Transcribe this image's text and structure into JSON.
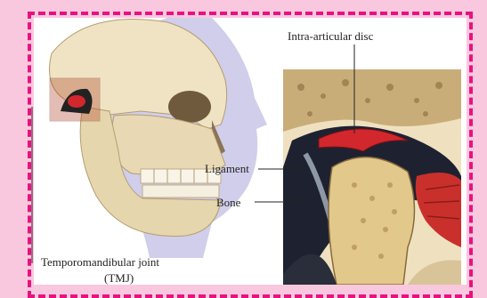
{
  "labels": {
    "intra_articular_disc": "Intra-articular disc",
    "ligament": "Ligament",
    "bone": "Bone",
    "tmj_line1": "Temporomandibular joint",
    "tmj_line2": "(TMJ)"
  },
  "colors": {
    "background": "#f9c8df",
    "border": "#e8127f",
    "bone": "#efe3c4",
    "disc": "#d2272c",
    "muscle": "#c9302c"
  },
  "icons": {
    "skull": "skull-illustration",
    "joint_closeup": "tmj-cross-section-illustration"
  }
}
